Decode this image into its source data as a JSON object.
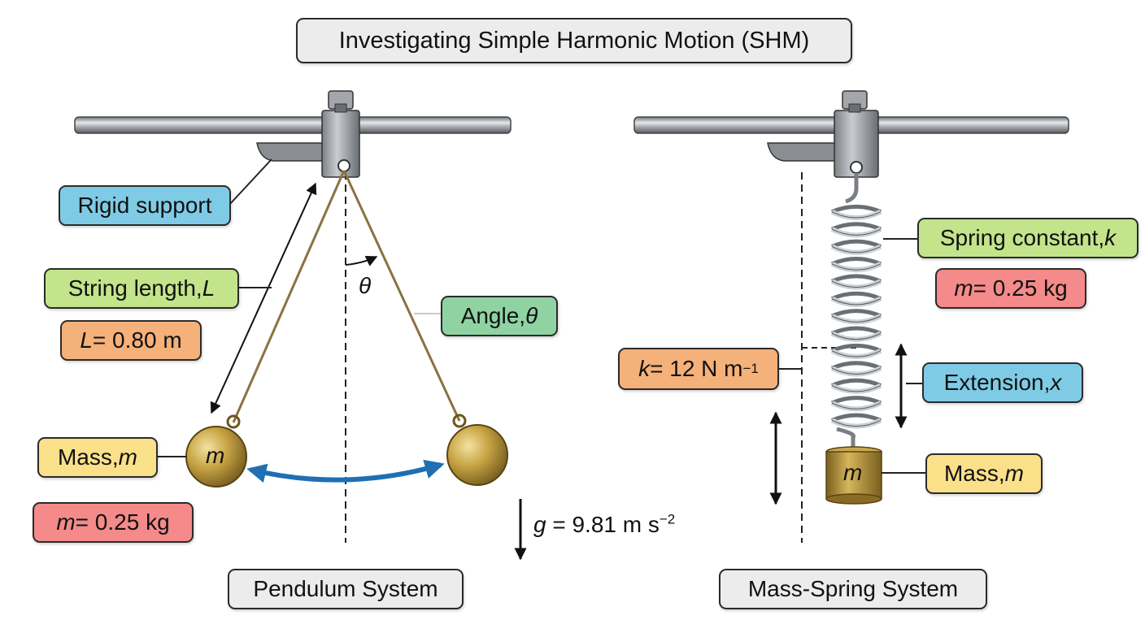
{
  "title": "Investigating Simple Harmonic Motion (SHM)",
  "pendulum": {
    "caption": "Pendulum System",
    "rigid_support": "Rigid support",
    "string_length": {
      "text": "String length, ",
      "symbol": "L"
    },
    "length_value": {
      "symbol": "L",
      "text": " = 0.80 m"
    },
    "angle": {
      "text": "Angle, ",
      "symbol": "θ"
    },
    "theta_symbol": "θ",
    "mass": {
      "text": "Mass, ",
      "symbol": "m"
    },
    "mass_value": {
      "symbol": "m",
      "text": " = 0.25 kg"
    },
    "bob_label": "m",
    "gravity": {
      "symbol": "g",
      "text": " = 9.81 m s",
      "exp": "−2"
    }
  },
  "spring": {
    "caption": "Mass-Spring System",
    "spring_constant": {
      "text": "Spring constant, ",
      "symbol": "k"
    },
    "mass_value": {
      "symbol": "m",
      "text": " = 0.25 kg"
    },
    "k_value": {
      "symbol": "k",
      "text": " = 12 N m",
      "exp": "−1"
    },
    "extension": {
      "text": "Extension, ",
      "symbol": "x"
    },
    "mass": {
      "text": "Mass, ",
      "symbol": "m"
    },
    "block_label": "m"
  },
  "colors": {
    "oscillation_arrow": "#1f6fb2",
    "brass": "#b8962e",
    "steel": "#9a9ea3"
  },
  "icons": [
    "clamp-icon",
    "spring-icon",
    "pendulum-bob-icon",
    "mass-block-icon"
  ]
}
